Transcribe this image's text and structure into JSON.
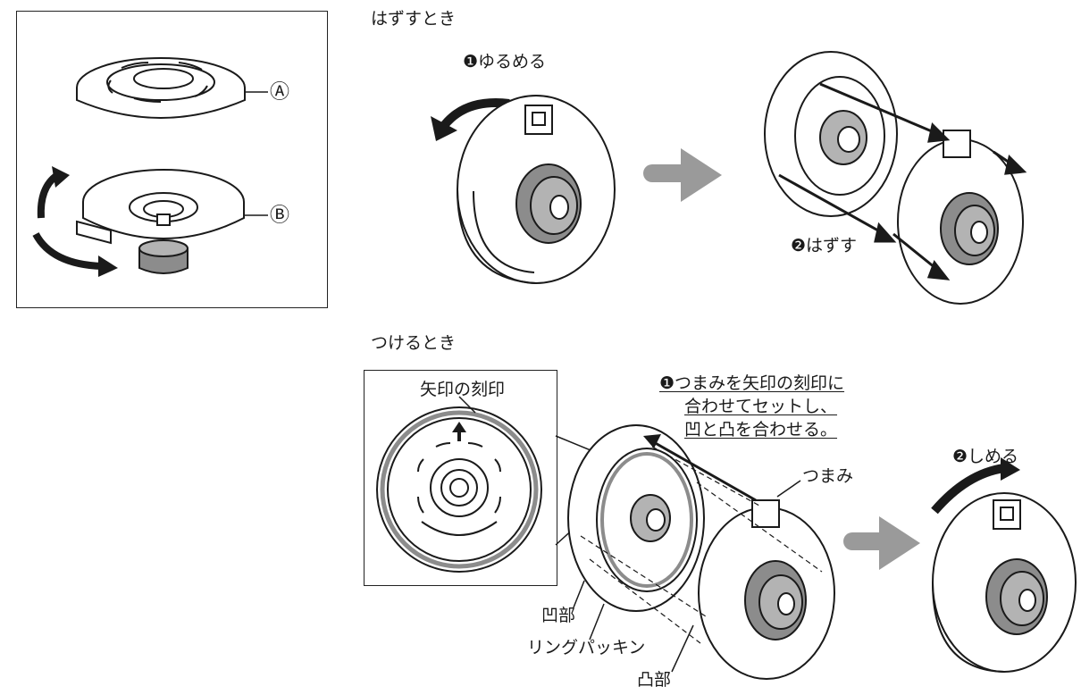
{
  "parts": {
    "label_a": "Ⓐ",
    "label_b": "Ⓑ"
  },
  "remove": {
    "heading": "はずすとき",
    "step1": "❶ゆるめる",
    "step2": "❷はずす"
  },
  "attach": {
    "heading": "つけるとき",
    "arrow_mark": "矢印の刻印",
    "step1_line1": "❶つまみを矢印の刻印に",
    "step1_line2": "合わせてセットし、",
    "step1_line3": "凹と凸を合わせる。",
    "step2": "❷しめる",
    "knob": "つまみ",
    "recess": "凹部",
    "ring": "リングパッキン",
    "protrusion": "凸部"
  },
  "colors": {
    "line": "#1a1a1a",
    "grey": "#8c8c8c",
    "lightgrey": "#b3b3b3",
    "arrow": "#9a9a9a"
  }
}
